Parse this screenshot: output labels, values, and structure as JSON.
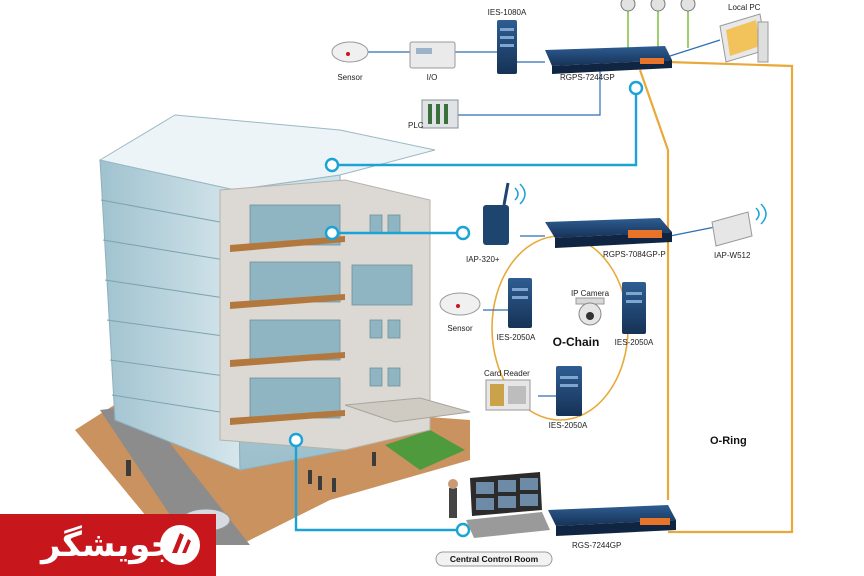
{
  "labels": {
    "ies_1080a": "IES-1080A",
    "local_pc": "Local  PC",
    "sensor_top": "Sensor",
    "io": "I/O",
    "rgps_7244gp": "RGPS-7244GP",
    "plc": "PLC",
    "iap_320": "IAP-320+",
    "rgps_7084gp_p": "RGPS-7084GP-P",
    "iap_w512": "IAP-W512",
    "ip_camera": "IP Camera",
    "sensor_mid": "Sensor",
    "ies_2050a_left": "IES-2050A",
    "o_chain": "O-Chain",
    "ies_2050a_right": "IES-2050A",
    "card_reader": "Card Reader",
    "ies_2050a_bottom": "IES-2050A",
    "o_ring": "O-Ring",
    "central_control_room": "Central Control Room",
    "rgs_7244gp": "RGS-7244GP"
  },
  "brand": {
    "text": "جويشگر"
  },
  "colors": {
    "ring_line": "#e8a93a",
    "network_line": "#1ba3d6",
    "ethernet_line": "#2c6fb5",
    "switch_body": "#1f3f6e",
    "brand_bg": "#c8161d"
  }
}
